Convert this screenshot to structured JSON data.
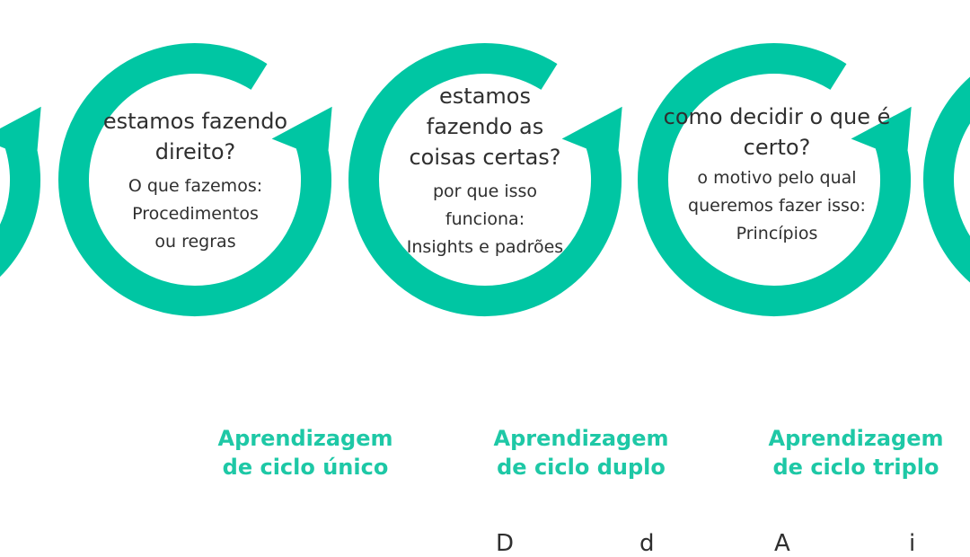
{
  "colors": {
    "ring": "#00c6a3",
    "label": "#1ec8a6",
    "text": "#2f2f2f"
  },
  "loops": [
    {
      "question": "estamos fazendo direito?",
      "answer_lines": [
        "O que fazemos:",
        "Procedimentos",
        "ou regras"
      ]
    },
    {
      "question_lines": [
        "estamos",
        "fazendo as",
        "coisas certas?"
      ],
      "answer_lines": [
        "por que isso",
        "funciona:",
        "Insights e padrões"
      ]
    },
    {
      "question": "como decidir o que é certo?",
      "answer_lines": [
        "o motivo pelo qual",
        "queremos fazer isso:",
        "Princípios"
      ]
    }
  ],
  "labels": [
    {
      "line1": "Aprendizagem",
      "line2": "de ciclo único"
    },
    {
      "line1": "Aprendizagem",
      "line2": "de ciclo duplo"
    },
    {
      "line1": "Aprendizagem",
      "line2": "de ciclo triplo"
    }
  ],
  "cutoff": [
    {
      "text": "D"
    },
    {
      "text": "d"
    },
    {
      "text": "A"
    },
    {
      "text": "i"
    }
  ]
}
